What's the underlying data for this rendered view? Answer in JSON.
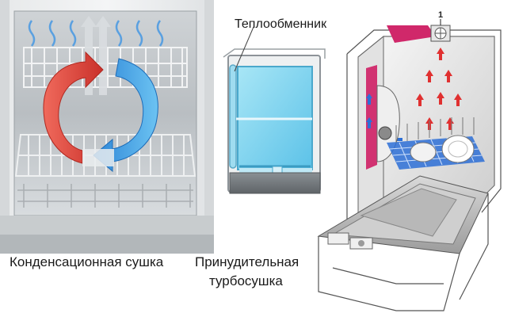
{
  "labels": {
    "heat_exchanger": "Теплообменник",
    "condensation_drying": "Конденсационная сушка",
    "turbo_drying_line1": "Принудительная",
    "turbo_drying_line2": "турбосушка",
    "callout_number": "1"
  },
  "colors": {
    "hot_arrow": "#e8443a",
    "cold_arrow": "#3a9ee8",
    "steam_lines": "#5aa0e0",
    "glass_blue": "#7fd3f0",
    "fan_accent": "#d0286a",
    "airflow_arrow": "#e03030",
    "dish_basket": "#2d6fd6",
    "line_gray": "#444444"
  },
  "icons": {
    "hot_air": "red-curved-arrow-icon",
    "cold_air": "blue-curved-arrow-icon",
    "fan": "fan-icon",
    "airflow": "airflow-arrow-icon"
  }
}
